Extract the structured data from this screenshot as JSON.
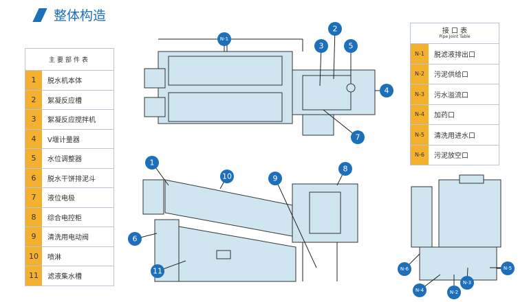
{
  "title": "整体构造",
  "parts_table": {
    "header": "主要部件表",
    "rows": [
      {
        "num": "1",
        "name": "脱水机本体"
      },
      {
        "num": "2",
        "name": "絮凝反应槽"
      },
      {
        "num": "3",
        "name": "絮凝反应搅拌机"
      },
      {
        "num": "4",
        "name": "V堰计量器"
      },
      {
        "num": "5",
        "name": "水位调整器"
      },
      {
        "num": "6",
        "name": "脱水干饼排泥斗"
      },
      {
        "num": "7",
        "name": "液位电极"
      },
      {
        "num": "8",
        "name": "综合电控柜"
      },
      {
        "num": "9",
        "name": "清洗用电动阀"
      },
      {
        "num": "10",
        "name": "喷淋"
      },
      {
        "num": "11",
        "name": "滤液集水槽"
      }
    ]
  },
  "pipe_table": {
    "header": "接 口 表",
    "subheader": "Pipe Joint Table",
    "rows": [
      {
        "num": "N-1",
        "name": "脱滤液排出口"
      },
      {
        "num": "N-2",
        "name": "污泥供给口"
      },
      {
        "num": "N-3",
        "name": "污水溢流口"
      },
      {
        "num": "N-4",
        "name": "加药口"
      },
      {
        "num": "N-5",
        "name": "清洗用进水口"
      },
      {
        "num": "N-6",
        "name": "污泥放空口"
      }
    ]
  },
  "callouts": {
    "top": [
      "N-1",
      "2",
      "3",
      "5",
      "4",
      "7"
    ],
    "side": [
      "1",
      "10",
      "9",
      "8",
      "6",
      "11"
    ],
    "end": [
      "N-6",
      "N-4",
      "N-2",
      "N-3",
      "N-5"
    ]
  },
  "colors": {
    "accent": "#1c6fb8",
    "orange": "#f4b130",
    "machine": "#cfe6f0"
  }
}
